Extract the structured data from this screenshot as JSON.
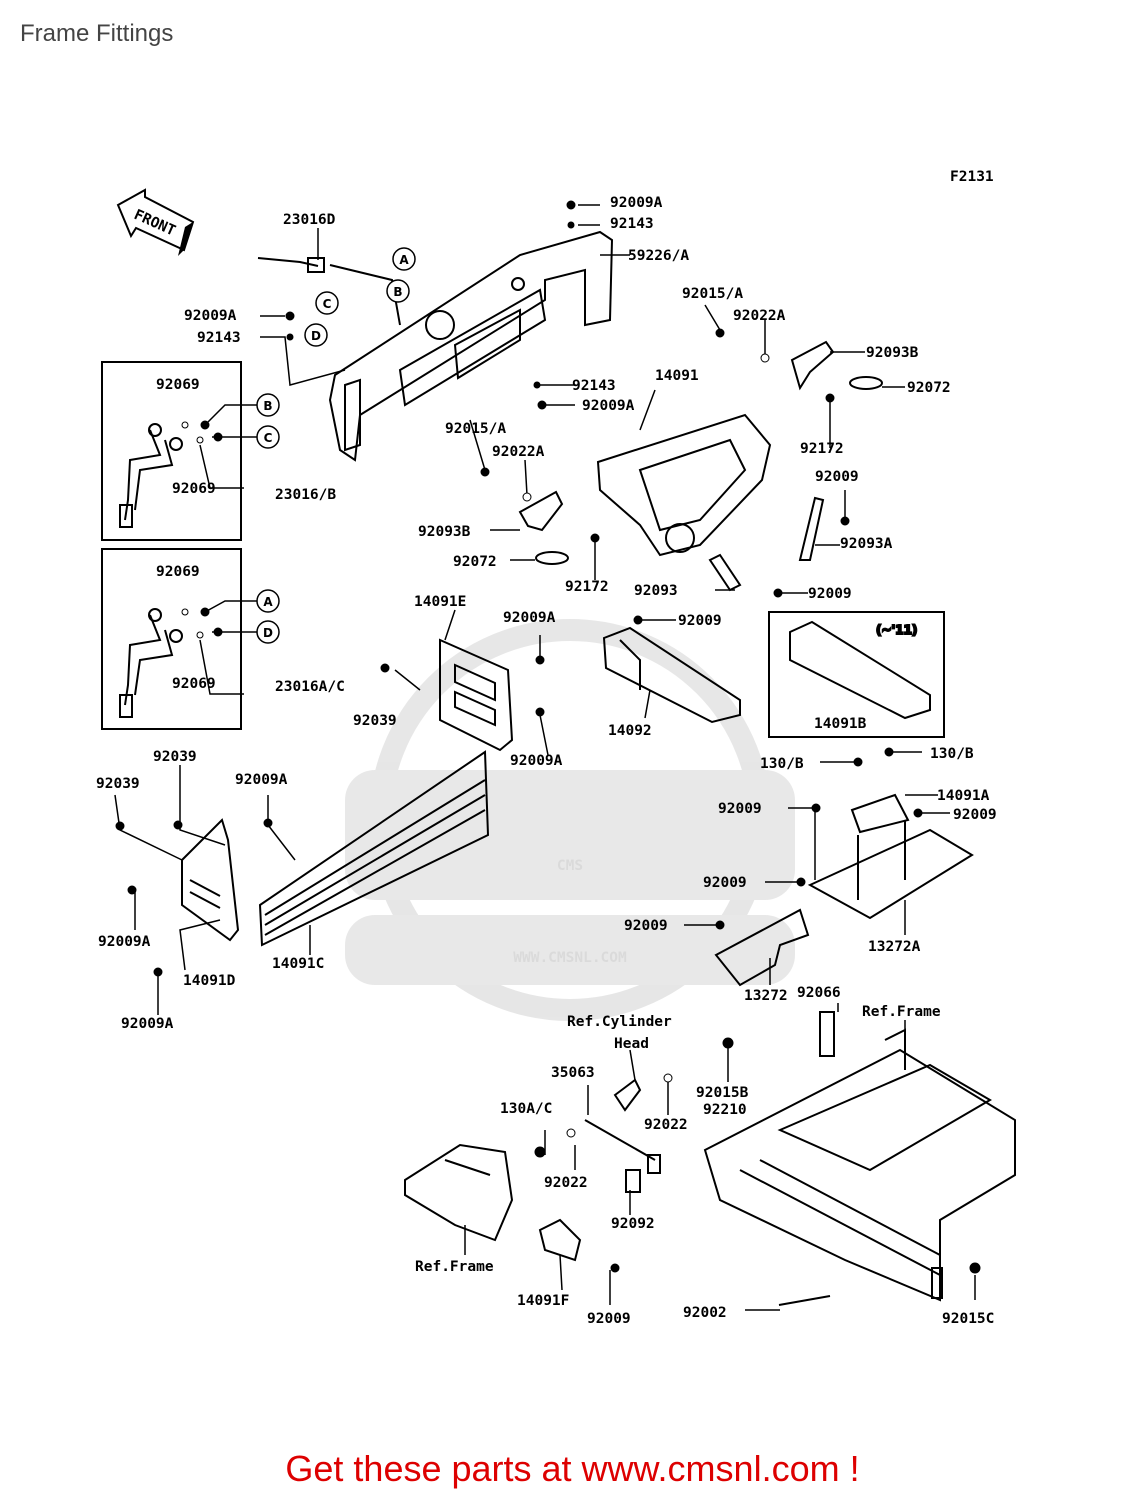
{
  "page": {
    "title": "Frame Fittings",
    "footer": "Get these parts at www.cmsnl.com !"
  },
  "diagram": {
    "figure_code": "F2131",
    "front_label": "FRONT",
    "watermark": {
      "logo_text": "CMS",
      "url_text": "WWW.CMSNL.COM"
    },
    "inset_note": "(~'11)",
    "callout_letters": [
      "A",
      "B",
      "C",
      "D"
    ],
    "labels": {
      "p92009A_top": "92009A",
      "p92143_top": "92143",
      "p59226A": "59226/A",
      "p23016D": "23016D",
      "p92009A_left": "92009A",
      "p92143_left": "92143",
      "p92143_mid": "92143",
      "p92009A_mid": "92009A",
      "p92015A_left": "92015/A",
      "p92022A_left": "92022A",
      "p92093B_left": "92093B",
      "p92072_left": "92072",
      "p92172_left": "92172",
      "p92015A_right": "92015/A",
      "p92022A_right": "92022A",
      "p92093B_right": "92093B",
      "p92072_right": "92072",
      "p92172_right": "92172",
      "p14091": "14091",
      "p92009_r1": "92009",
      "p92093A": "92093A",
      "p92093": "92093",
      "p92009_r2": "92009",
      "p92069_a": "92069",
      "p92069_b": "92069",
      "p23016B": "23016/B",
      "p92069_c": "92069",
      "p92069_d": "92069",
      "p23016AC": "23016A/C",
      "p14091E": "14091E",
      "p92009A_e1": "92009A",
      "p92039_e": "92039",
      "p92009A_e2": "92009A",
      "p92009_14092": "92009",
      "p14092": "14092",
      "p14091B": "14091B",
      "p92039_a": "92039",
      "p92039_b": "92039",
      "p92009A_c": "92009A",
      "p92009A_d1": "92009A",
      "p14091D": "14091D",
      "p92009A_d2": "92009A",
      "p14091C": "14091C",
      "p130B_a": "130/B",
      "p130B_b": "130/B",
      "p14091A": "14091A",
      "p92009_s1": "92009",
      "p92009_s2": "92009",
      "p92009_s3": "92009",
      "p13272A": "13272A",
      "p92009_s4": "92009",
      "p13272": "13272",
      "p92066": "92066",
      "pRefFrame_r": "Ref.Frame",
      "pRefCyl": "Ref.Cylinder",
      "pHead": "Head",
      "p35063": "35063",
      "p92015B": "92015B",
      "p92210": "92210",
      "p130AC": "130A/C",
      "p92022_a": "92022",
      "p92022_b": "92022",
      "p92092": "92092",
      "pRefFrame_l": "Ref.Frame",
      "p14091F": "14091F",
      "p92009_f": "92009",
      "p92002": "92002",
      "p92015C": "92015C"
    }
  }
}
